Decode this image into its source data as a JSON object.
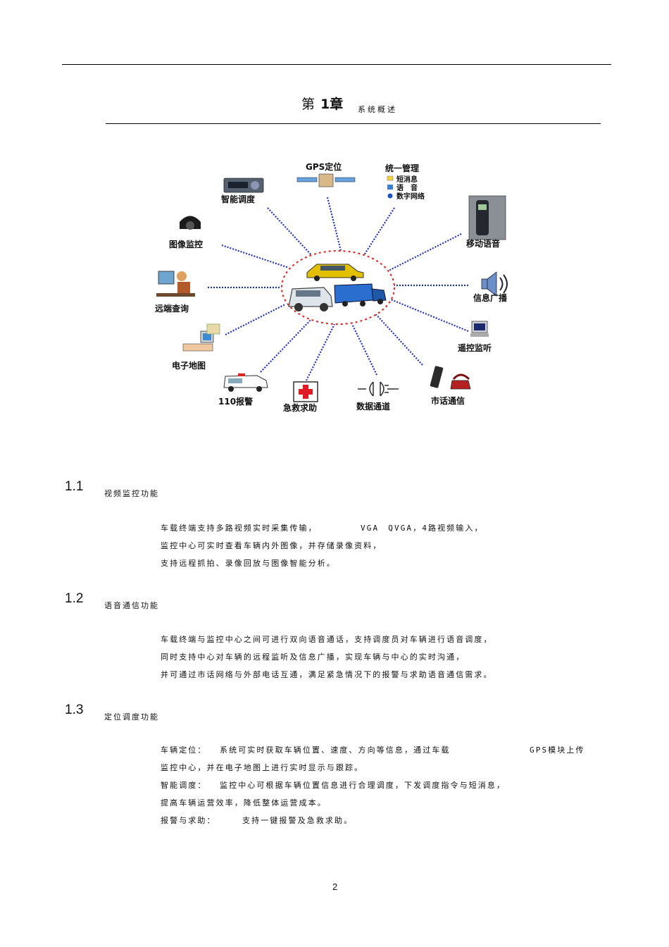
{
  "header": {
    "chapter_prefix": "第",
    "chapter_number": "1章",
    "chapter_title": "系统概述"
  },
  "diagram": {
    "center_label": "",
    "nodes": {
      "gps": "GPS定位",
      "unified": "统一管理",
      "unified_sub1": "短消息",
      "unified_sub2": "语　音",
      "unified_sub3": "数字网络",
      "dispatch": "智能调度",
      "mobile_voice": "移动语音",
      "image_monitor": "图像监控",
      "info_broadcast": "信息广播",
      "remote_query": "远端查询",
      "remote_listen": "遥控监听",
      "emap": "电子地图",
      "police": "110报警",
      "rescue": "急救求助",
      "data_channel": "数据通道",
      "phone": "市话通信"
    }
  },
  "sections": [
    {
      "number": "1.1",
      "title": "视频监控功能",
      "lines": [
        {
          "left": "车载终端支持多路视频实时采集传输，",
          "right": "VGA　QVGA，4路视频输入，"
        },
        {
          "left": "监控中心可实时查看车辆内外图像，并存储录像资料，"
        },
        {
          "left": "支持远程抓拍、录像回放与图像智能分析。"
        }
      ]
    },
    {
      "number": "1.2",
      "title": "语音通信功能",
      "lines": [
        {
          "left": "车载终端与监控中心之间可进行双向语音通话，支持调度员对车辆进行语音调度，"
        },
        {
          "left": "同时支持中心对车辆的远程监听及信息广播，实现车辆与中心的实时沟通，"
        },
        {
          "left": "并可通过市话网络与外部电话互通，满足紧急情况下的报警与求助语音通信需求。"
        }
      ]
    },
    {
      "number": "1.3",
      "title": "定位调度功能",
      "lines": [
        {
          "left": "车辆定位：",
          "mid": "系统可实时获取车辆位置、速度、方向等信息，通过车载",
          "right": "GPS模块上传"
        },
        {
          "left": "监控中心，并在电子地图上进行实时显示与跟踪。"
        },
        {
          "left": "智能调度：",
          "mid": "监控中心可根据车辆位置信息进行合理调度，下发调度指令与短消息，"
        },
        {
          "left": "提高车辆运营效率，降低整体运营成本。"
        },
        {
          "left": "报警与求助：",
          "mid": "支持一键报警及急救求助。"
        }
      ]
    }
  ],
  "footer": {
    "page_number": "2"
  }
}
